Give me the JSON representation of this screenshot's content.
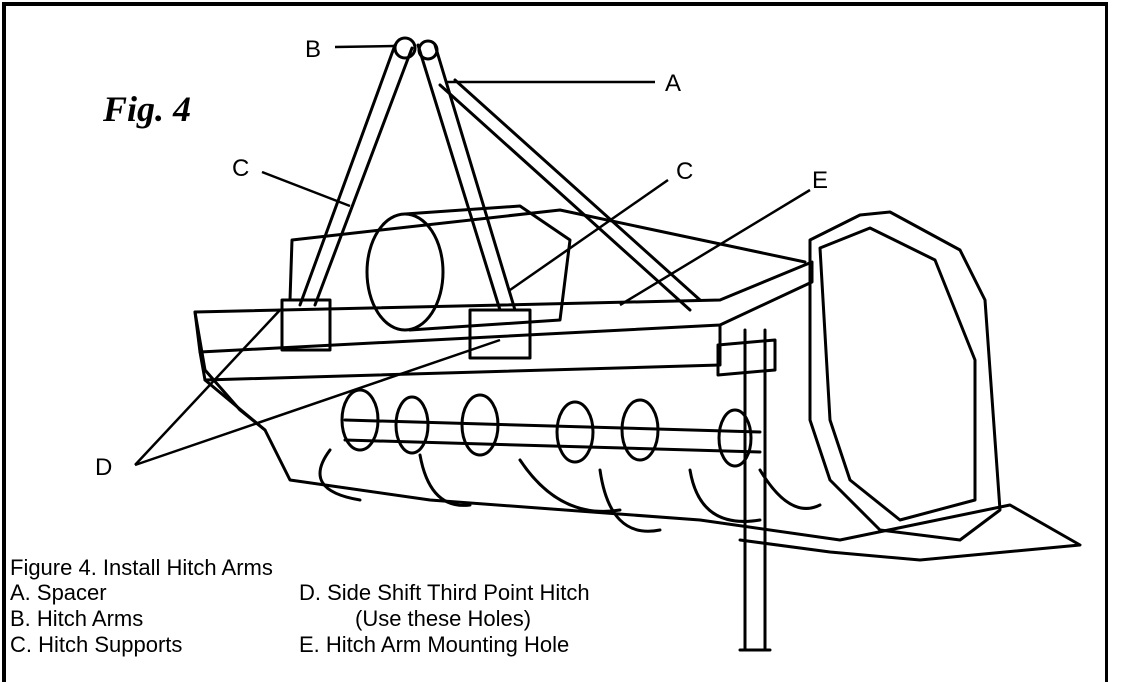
{
  "figure": {
    "title": "Fig. 4",
    "callouts": {
      "a": "A",
      "b": "B",
      "c1": "C",
      "c2": "C",
      "d": "D",
      "e": "E"
    }
  },
  "caption": {
    "title": "Figure 4.  Install Hitch Arms",
    "items": {
      "a": "A. Spacer",
      "b": "B. Hitch Arms",
      "c": "C. Hitch Supports",
      "d": "D. Side Shift Third Point Hitch",
      "d_note": "(Use these Holes)",
      "e": "E. Hitch Arm Mounting Hole"
    }
  }
}
